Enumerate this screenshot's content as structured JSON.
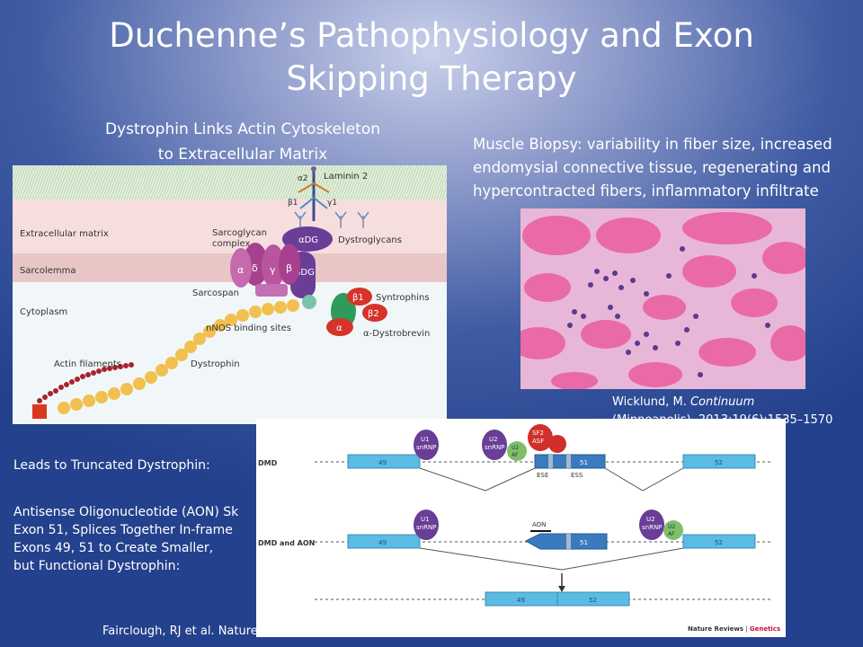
{
  "slide": {
    "title": "Duchenne’s Pathophysiology and Exon Skipping Therapy",
    "left_heading_line1": "Dystrophin Links Actin Cytoskeleton",
    "left_heading_line2": "to Extracellular Matrix",
    "right_heading": "Muscle Biopsy:  variability in fiber size, increased endomysial connective tissue, regenerating and hypercontracted fibers, inflammatory infiltrate",
    "biopsy_citation_author": "Wicklund, M. ",
    "biopsy_citation_journal": "Continuum",
    "biopsy_citation_rest": "(Minneapolis). 2013;19(6):1535–1570",
    "leads_to": "Leads to Truncated Dystrophin:",
    "aon_line1": "Antisense Oligonucleotide (AON) Sk",
    "aon_line2": "Exon 51, Splices Together In-frame",
    "aon_line3": "Exons 49, 51 to Create Smaller,",
    "aon_line4": "but Functional Dystrophin:",
    "bottom_citation": "Fairclough, RJ et al. Nature"
  },
  "dystrophin_diagram": {
    "laminin": "Laminin 2",
    "a2": "α2",
    "b1": "β1",
    "g1": "γ1",
    "ecm": "Extracellular matrix",
    "sarcoglycan_complex_line1": "Sarcoglycan",
    "sarcoglycan_complex_line2": "complex",
    "adg": "αDG",
    "dystroglycans": "Dystroglycans",
    "sarcolemma": "Sarcolemma",
    "delta": "δ",
    "gamma": "γ",
    "beta": "β",
    "alpha": "α",
    "bdg": "βDG",
    "sarcospan": "Sarcospan",
    "syntrophins": "Syntrophins",
    "cytoplasm": "Cytoplasm",
    "syn_b1": "β1",
    "syn_b2": "β2",
    "nnos": "nNOS binding sites",
    "syn_a": "α",
    "dystrobrevin": "α-Dystrobrevin",
    "actin": "Actin filaments",
    "dystrophin": "Dystrophin"
  },
  "exon_diagram": {
    "row1_label": "DMD",
    "row2_label": "DMD and AON",
    "u1": "U1",
    "snrnp": "snRNP",
    "u2": "U2",
    "u2af_u2": "U2",
    "u2af_af": "AF",
    "sf2": "SF2",
    "asf": "ASF",
    "exon49": "49",
    "exon51": "51",
    "exon52": "52",
    "ese": "ESE",
    "ess": "ESS",
    "aon": "AON",
    "footer_journal": "Nature Reviews",
    "footer_sep": " | ",
    "footer_section": "Genetics"
  },
  "colors": {
    "exon_blue": "#5bbbe3",
    "snrnp_purple": "#6a3d97",
    "u2af_green": "#7fbf6a",
    "sf2_red": "#d0302b",
    "accent_red": "#c8102e"
  }
}
